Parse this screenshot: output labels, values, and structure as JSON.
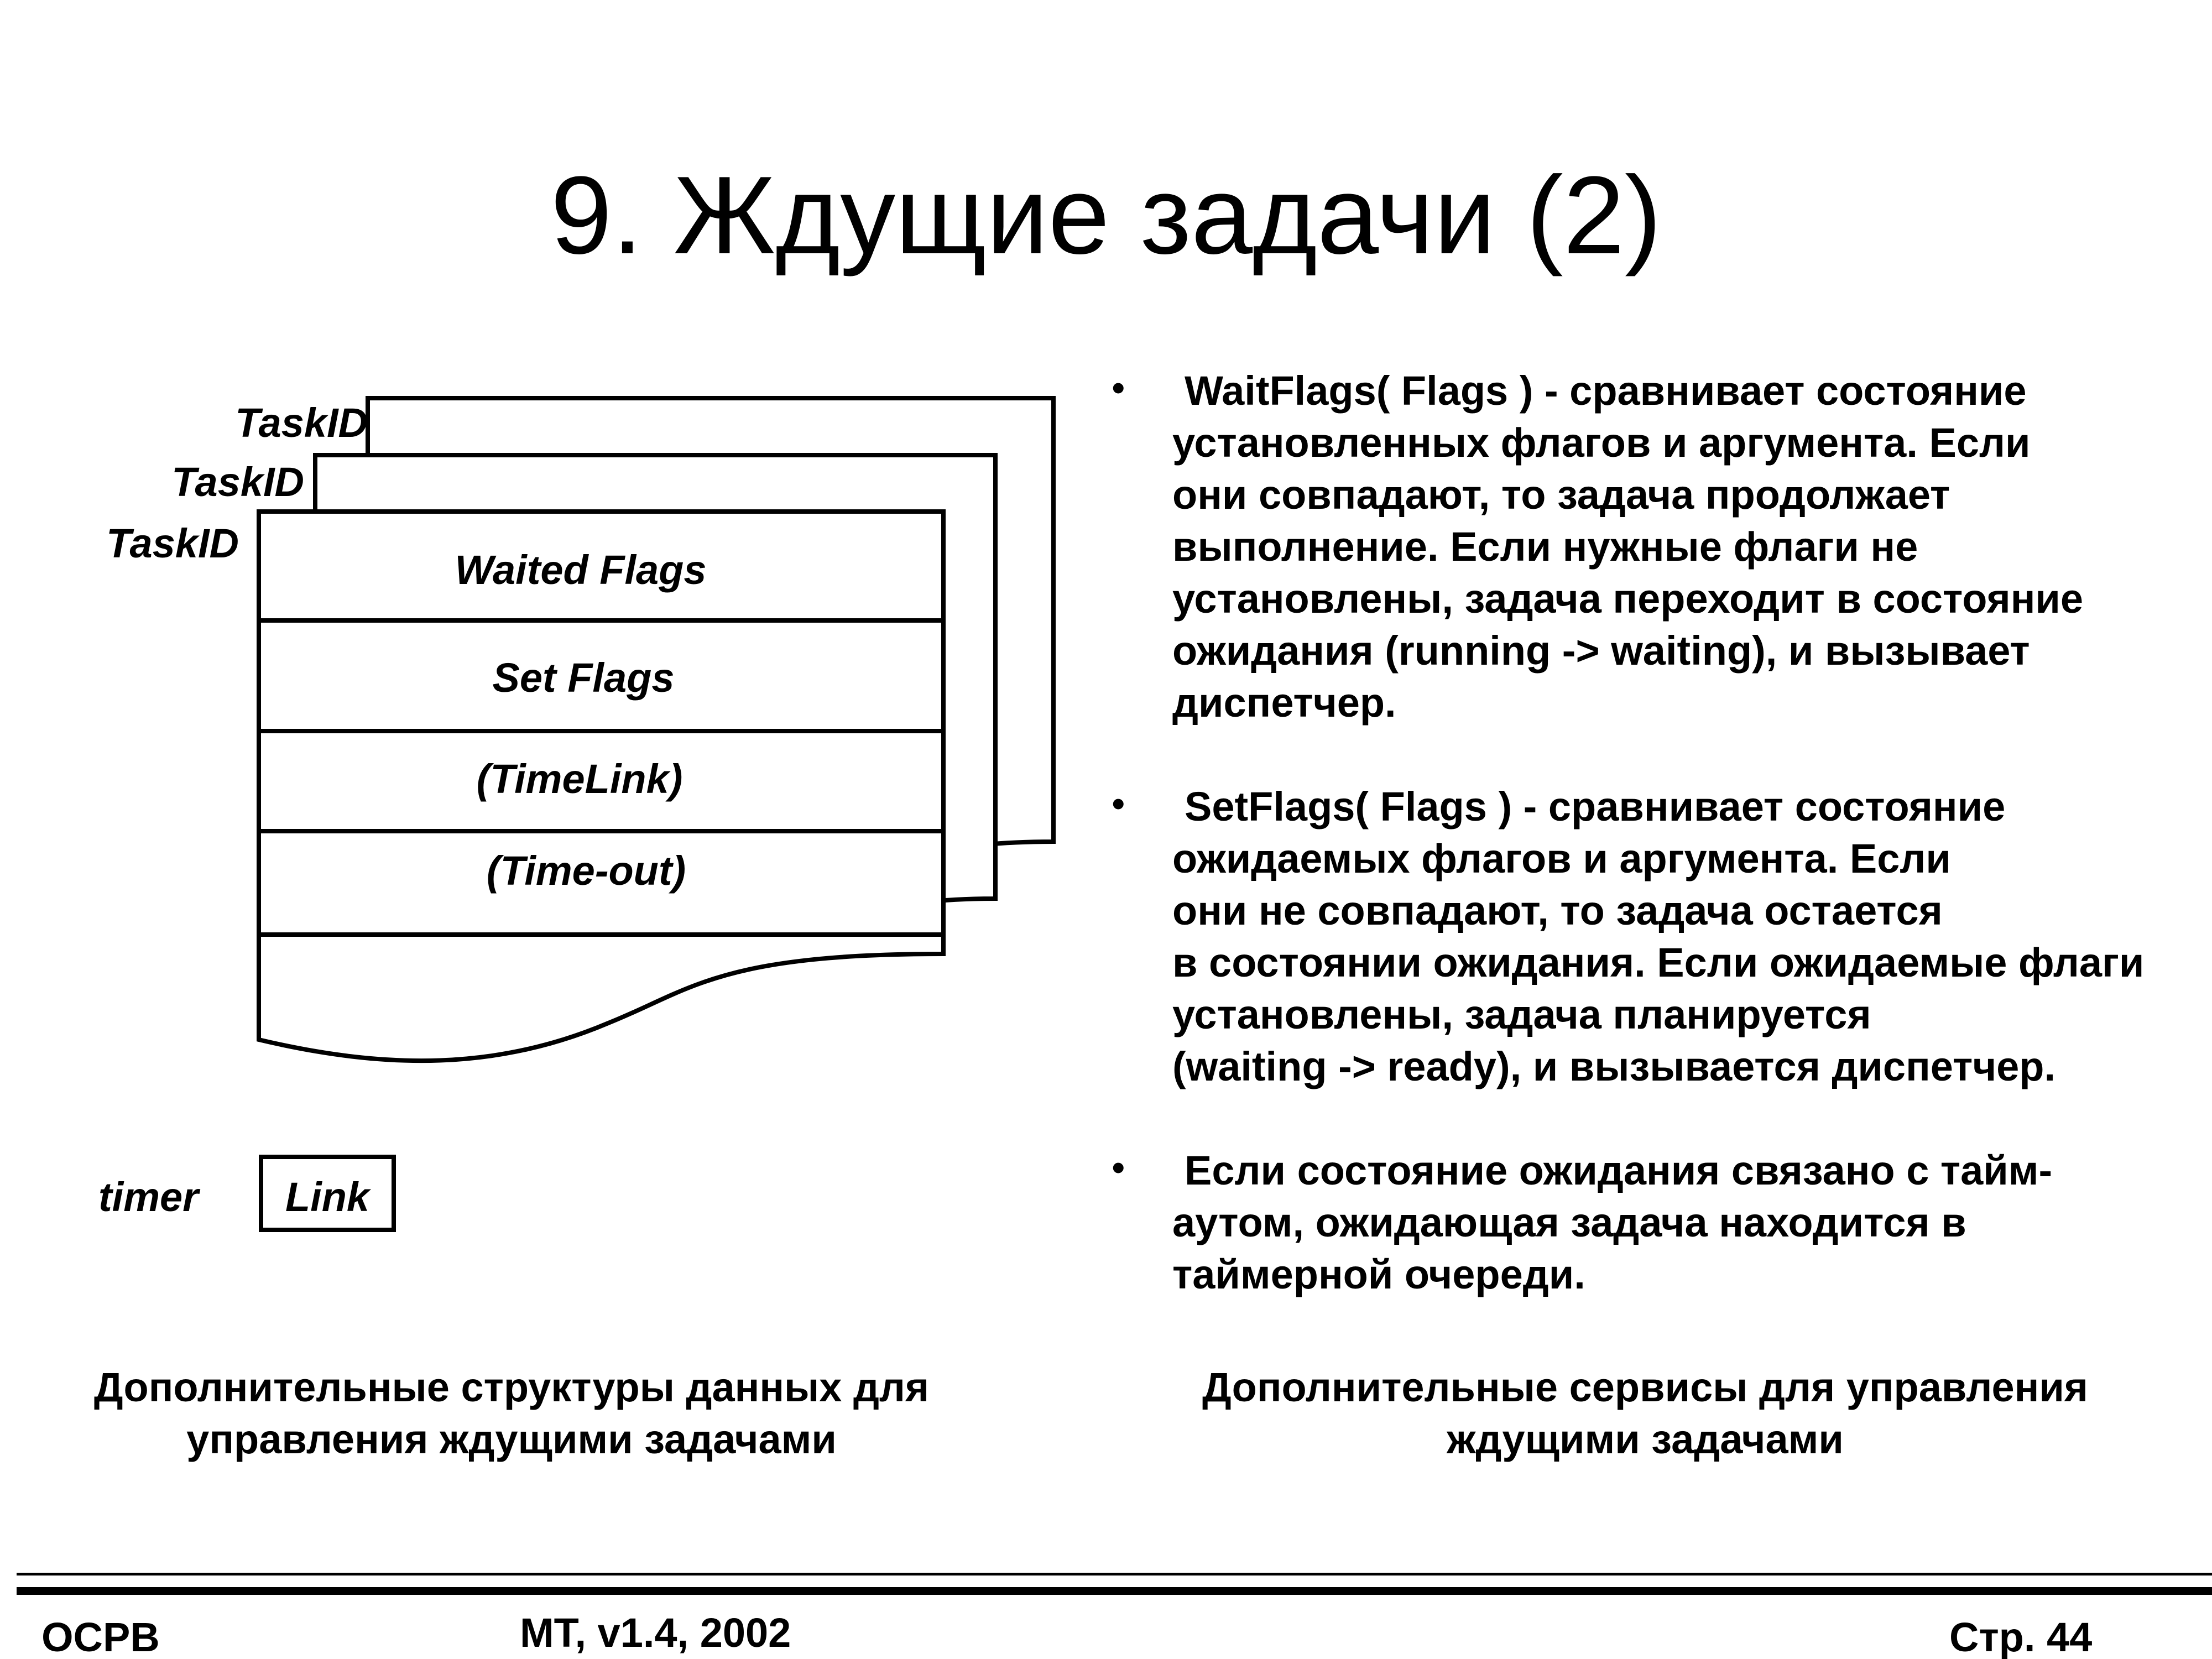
{
  "title": "9. Ждущие задачи (2)",
  "diagram": {
    "taskid_labels": [
      "TaskID",
      "TaskID",
      "TaskID"
    ],
    "fields": [
      "Waited Flags",
      "Set Flags",
      "(TimeLink)",
      "(Time-out)"
    ],
    "timer_label": "timer",
    "link_label": "Link"
  },
  "bullets": [
    {
      "lines": [
        "WaitFlags( Flags ) - сравнивает состояние",
        "установленных флагов и аргумента. Если",
        "они совпадают, то задача продолжает",
        "выполнение. Если нужные флаги не",
        "установлены, задача переходит в состояние",
        "ожидания (running -> waiting), и вызывает",
        "диспетчер."
      ]
    },
    {
      "lines": [
        "SetFlags( Flags ) - сравнивает состояние",
        "ожидаемых флагов и аргумента. Если",
        "они не совпадают, то задача остается",
        "в состоянии ожидания. Если ожидаемые флаги",
        "установлены, задача планируется",
        "(waiting -> ready), и вызывается диспетчер."
      ]
    },
    {
      "lines": [
        "Если состояние ожидания связано с тайм-",
        "аутом, ожидающая задача находится в",
        "таймерной очереди."
      ]
    }
  ],
  "bullet_symbol": "•",
  "captions": {
    "left": [
      "Дополнительные структуры данных для",
      "управления ждущими задачами"
    ],
    "right": [
      "Дополнительные сервисы для управления",
      "ждущими задачами"
    ]
  },
  "footer": {
    "left": "ОСРВ",
    "center": "МТ, v1.4, 2002",
    "right": "Стр. 44"
  }
}
